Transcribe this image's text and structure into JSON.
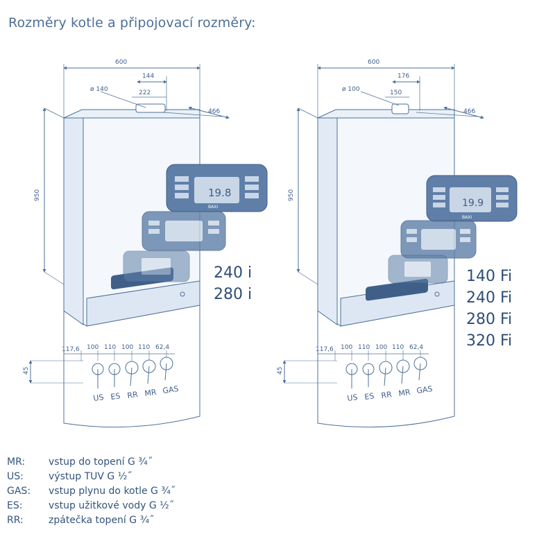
{
  "title": "Rozměry kotle a připojovací rozměry",
  "title_suffix": ":",
  "boilers": [
    {
      "dims": {
        "width": "600",
        "depth": "466",
        "height": "950",
        "flue_diameter": "ø 140",
        "flue_offset": "144",
        "flue_front": "222",
        "conn_gaps": [
          "117,6",
          "100",
          "110",
          "100",
          "110",
          "62,4"
        ],
        "conn_depth": "45"
      },
      "connections": [
        "US",
        "ES",
        "RR",
        "MR",
        "GAS"
      ],
      "models": [
        "240 i",
        "280 i"
      ],
      "panel_display": "19.8",
      "brand": "BAXI"
    },
    {
      "dims": {
        "width": "600",
        "depth": "466",
        "height": "950",
        "flue_diameter": "ø 100",
        "flue_offset": "176",
        "flue_front": "150",
        "conn_gaps": [
          "117,6",
          "100",
          "110",
          "100",
          "110",
          "62,4"
        ],
        "conn_depth": "45"
      },
      "connections": [
        "US",
        "ES",
        "RR",
        "MR",
        "GAS"
      ],
      "models": [
        "140 Fi",
        "240 Fi",
        "280 Fi",
        "320 Fi"
      ],
      "panel_display": "19.9",
      "brand": "BAXI"
    }
  ],
  "legend": [
    {
      "code": "MR:",
      "text": "vstup do topení G ¾˝"
    },
    {
      "code": "US:",
      "text": "výstup TUV G ½˝"
    },
    {
      "code": "GAS:",
      "text": "vstup plynu do kotle G ¾˝"
    },
    {
      "code": "ES:",
      "text": "vstup užitkové vody G ½˝"
    },
    {
      "code": "RR:",
      "text": "zpátečka topení G ¾˝"
    }
  ],
  "colors": {
    "line": "#4d6f98",
    "panel": "#5f7fa8",
    "panel_dark": "#3f5f88",
    "lcd": "#c9d6e6",
    "body_fill": "#f4f8fc",
    "shade": "#e2ebf5",
    "text": "#33537c"
  }
}
